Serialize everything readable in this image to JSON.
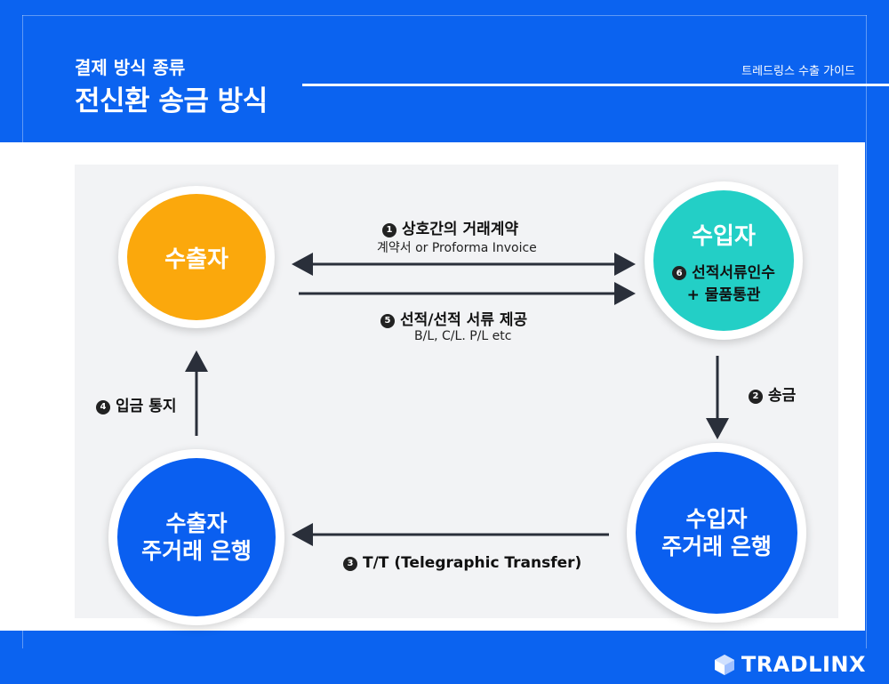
{
  "header": {
    "subtitle": "결제 방식 종류",
    "title": "전신환 송금 방식",
    "guide": "트레드링스 수출 가이드"
  },
  "nodes": {
    "exporter": "수출자",
    "importer": "수입자",
    "importer_note": "선적서류인수",
    "importer_note2": "+ 물품통관",
    "exporter_bank_line1": "수출자",
    "exporter_bank_line2": "주거래 은행",
    "importer_bank_line1": "수입자",
    "importer_bank_line2": "주거래 은행"
  },
  "steps": {
    "s1": {
      "num": "1",
      "label": "상호간의 거래계약",
      "sub": "계약서 or Proforma Invoice"
    },
    "s2": {
      "num": "2",
      "label": "송금"
    },
    "s3": {
      "num": "3",
      "label": "T/T (Telegraphic Transfer)"
    },
    "s4": {
      "num": "4",
      "label": "입금 통지"
    },
    "s5": {
      "num": "5",
      "label": "선적/선적 서류 제공",
      "sub": "B/L, C/L. P/L etc"
    },
    "s6": {
      "num": "6"
    }
  },
  "colors": {
    "background": "#0b63f0",
    "exporter": "#fba80c",
    "importer": "#23cfc6",
    "bank": "#0a5ff0",
    "arrow": "#2a2f3a"
  },
  "logo": "TRADLINX"
}
